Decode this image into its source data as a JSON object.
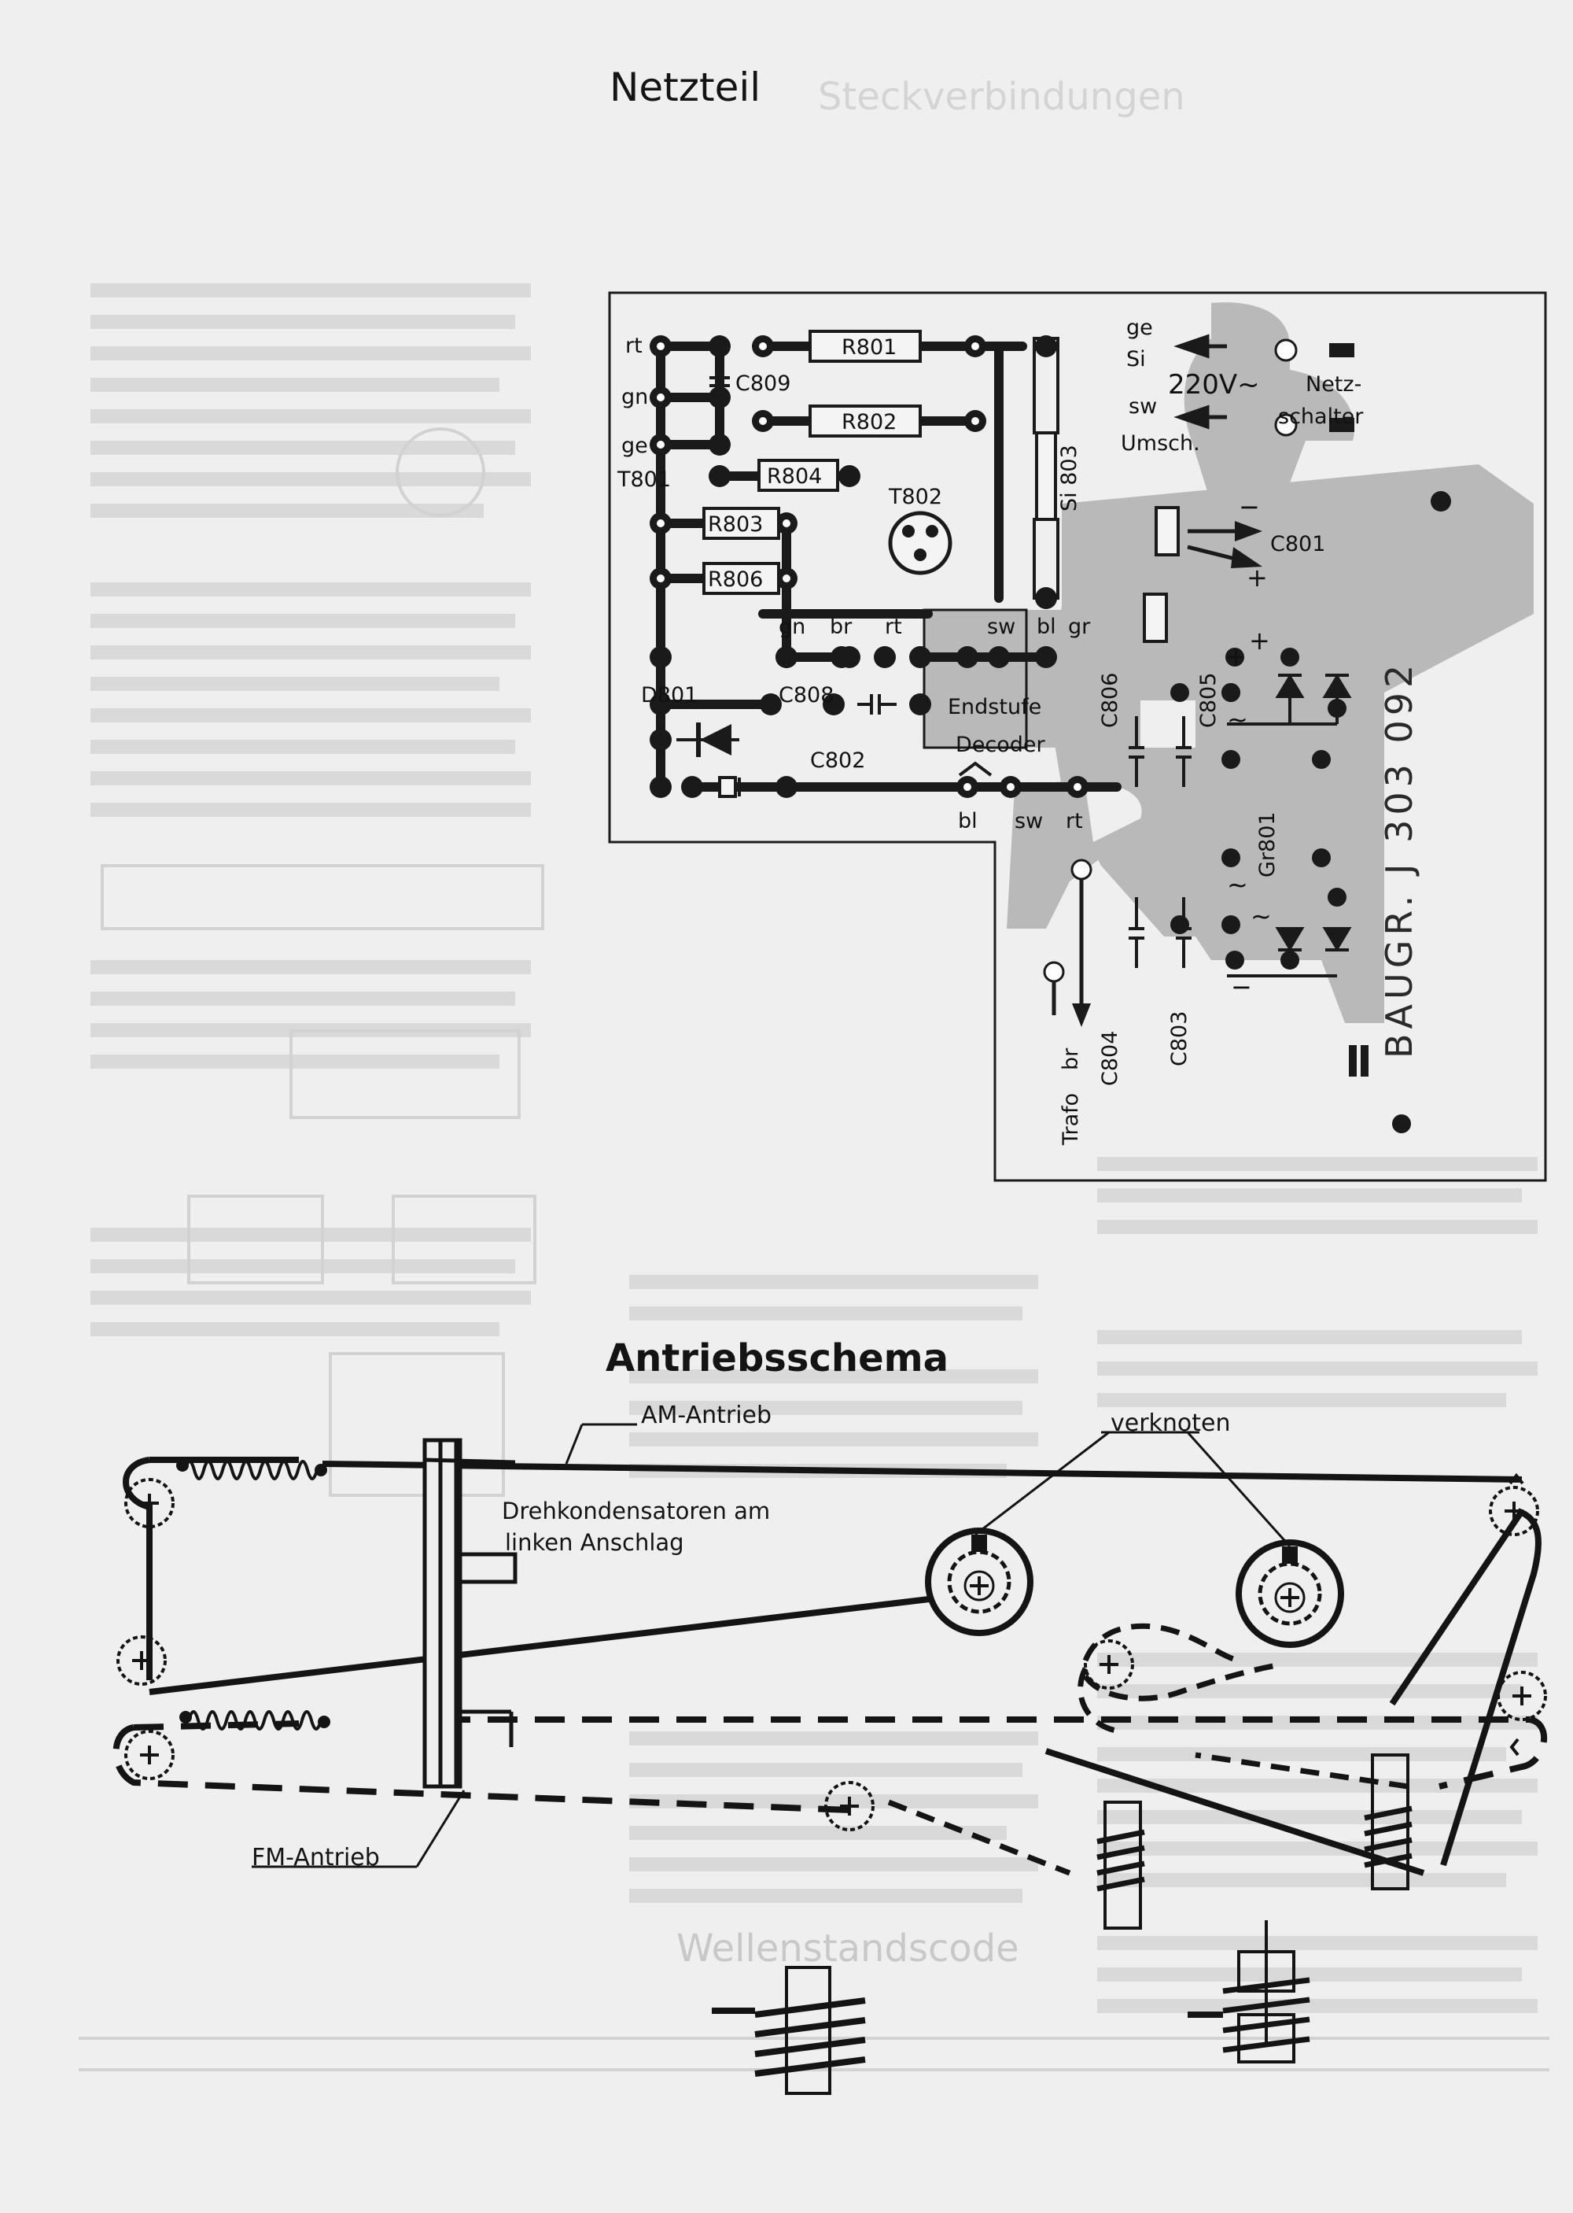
{
  "titles": {
    "netzteil": "Netzteil",
    "antrieb": "Antriebsschema",
    "ghost_top": "Steckverbindungen",
    "ghost_bottom": "Wellenstandscode"
  },
  "netzteil": {
    "wire_labels_left": [
      "rt",
      "gn",
      "ge",
      "T801"
    ],
    "components": {
      "r801": "R801",
      "r802": "R802",
      "r803": "R803",
      "r804": "R804",
      "r806": "R806",
      "c809": "C809",
      "c808": "C808",
      "c802": "C802",
      "c801": "C801",
      "c803": "C803",
      "c804": "C804",
      "c805": "C805",
      "c806": "C806",
      "t802": "T802",
      "d801": "D801",
      "si803": "Si 803",
      "gr801": "Gr801"
    },
    "color_row": [
      "gn",
      "br",
      "rt",
      "sw",
      "bl",
      "gr"
    ],
    "bottom_colors": [
      "bl",
      "sw",
      "rt"
    ],
    "endstufe": "Endstufe",
    "decoder": "Decoder",
    "trafo": "Trafo",
    "trafo_br": "br",
    "mains": {
      "ge": "ge",
      "si": "Si",
      "voltage": "220V~",
      "sw": "sw",
      "umsch": "Umsch.",
      "netz": "Netz-",
      "schalter": "schalter"
    },
    "polarity": {
      "minus": "−",
      "plus": "+",
      "tilde": "~"
    },
    "stamp": "BAUGR. J 303 092"
  },
  "antrieb": {
    "am": "AM-Antrieb",
    "fm": "FM-Antrieb",
    "verknoten": "verknoten",
    "dreh_line1": "Drehkondensatoren am",
    "dreh_line2": "linken Anschlag"
  }
}
